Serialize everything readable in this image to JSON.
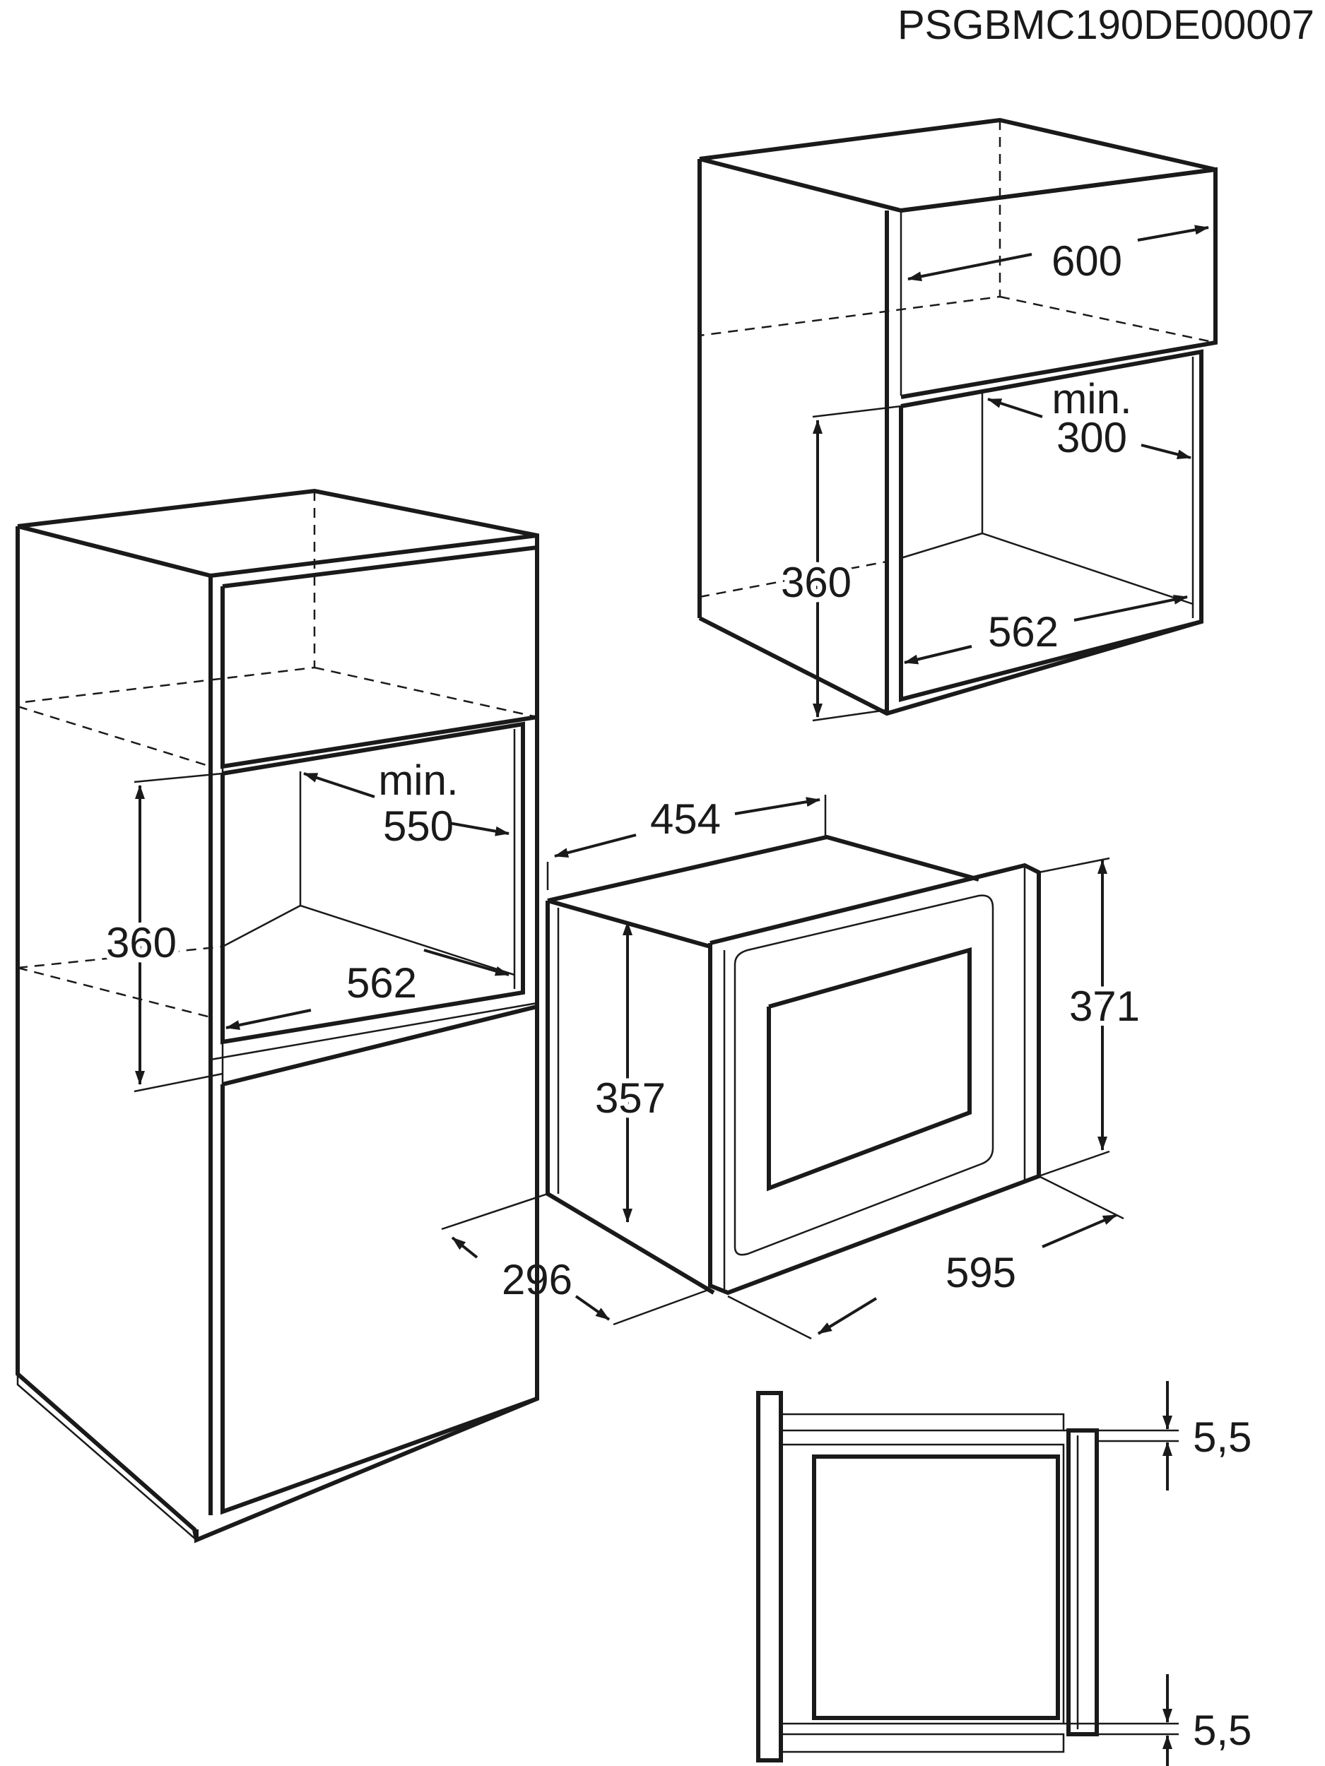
{
  "drawing_code": "PSGBMC190DE00007",
  "tall_cabinet": {
    "height_opening": "360",
    "depth_label_line1": "min.",
    "depth_label_line2": "550",
    "width_opening": "562"
  },
  "wall_cabinet": {
    "width_cabinet": "600",
    "depth_label_line1": "min.",
    "depth_label_line2": "300",
    "height_opening": "360",
    "width_opening": "562"
  },
  "appliance": {
    "body_depth": "454",
    "body_height": "357",
    "frame_height": "371",
    "depth_front": "296",
    "frame_width": "595"
  },
  "side_detail": {
    "gap_top": "5,5",
    "gap_bottom": "5,5"
  }
}
